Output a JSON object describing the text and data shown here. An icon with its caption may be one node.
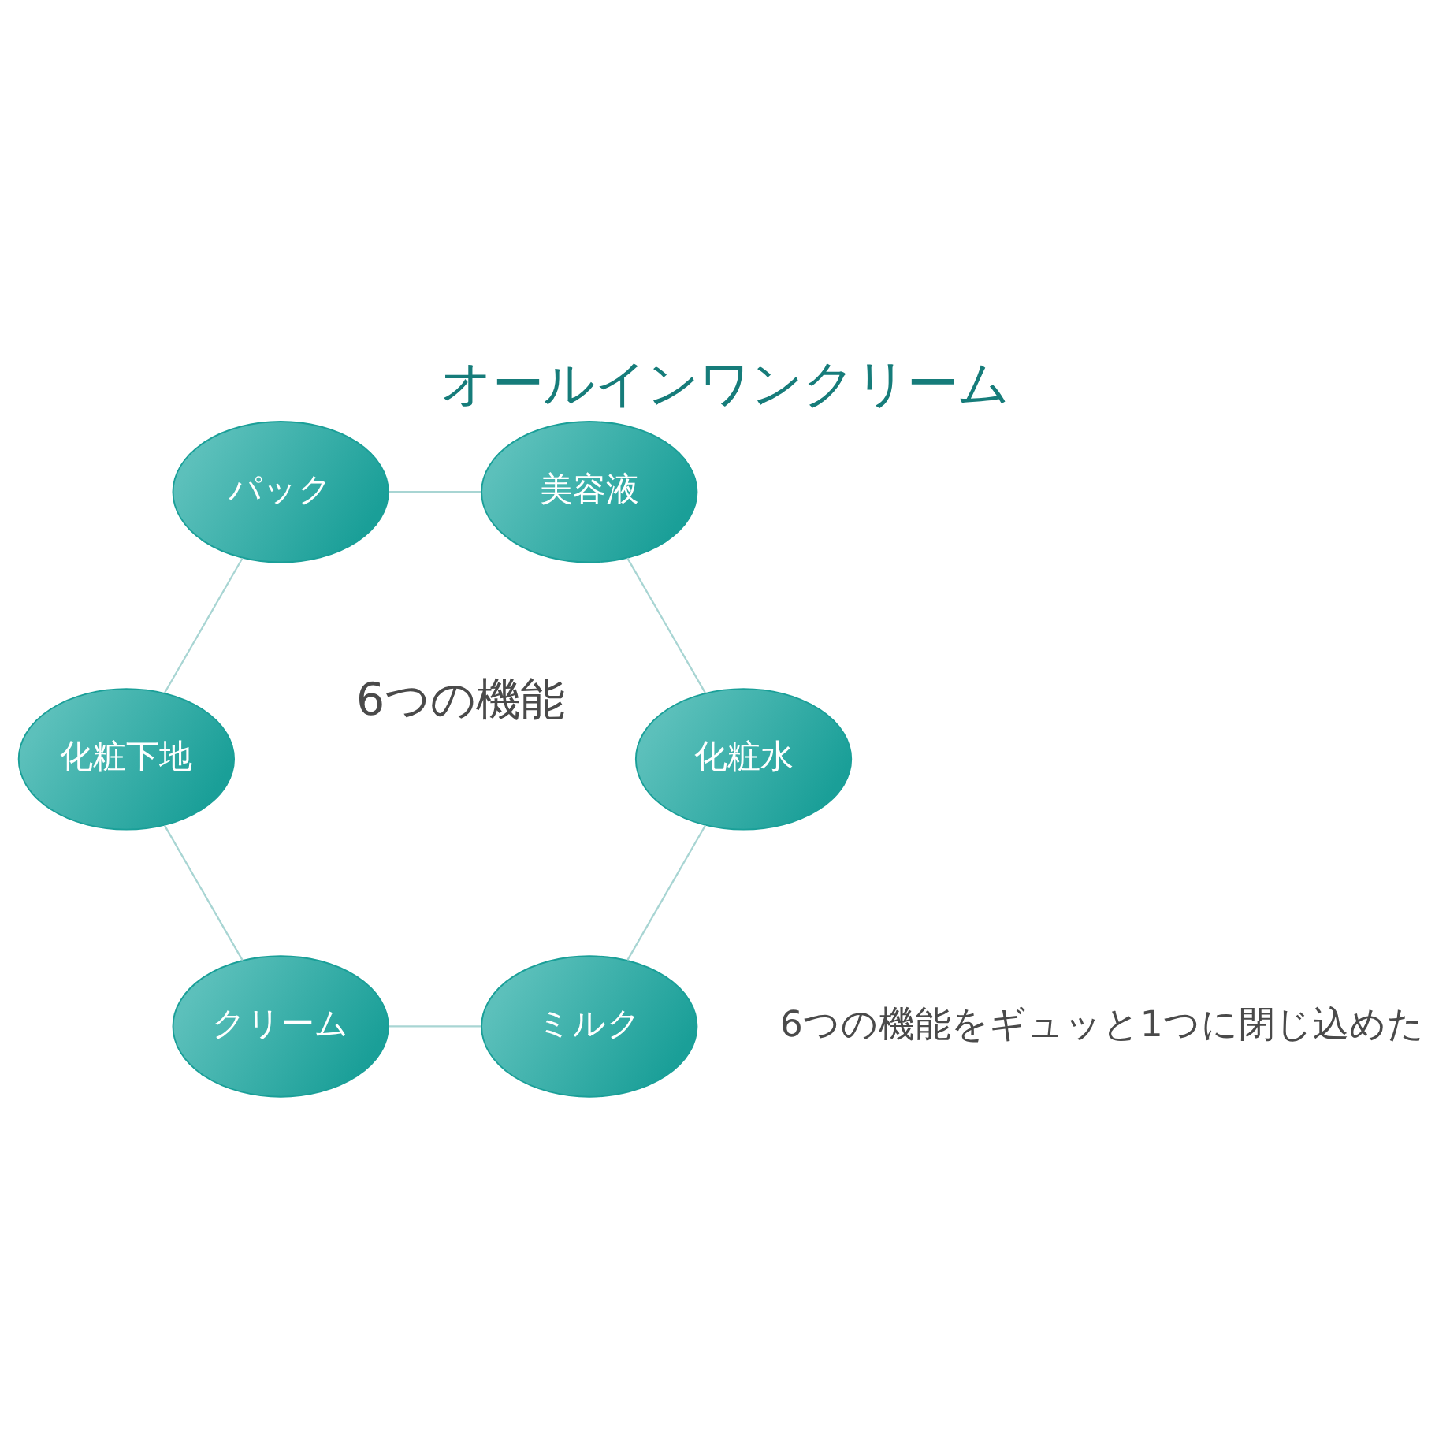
{
  "diagram": {
    "title": "オールインワンクリーム",
    "nodes": [
      {
        "text": [
          "ミルク"
        ]
      },
      {
        "text": [
          "化粧水"
        ]
      },
      {
        "text": [
          "クリーム"
        ]
      },
      {
        "text": [
          "美容液"
        ]
      },
      {
        "text": [
          "化粧下地"
        ]
      },
      {
        "text": [
          "パック"
        ]
      }
    ],
    "edges": [
      {
        "from": 0,
        "to": 2,
        "arrow": "none"
      },
      {
        "from": 2,
        "to": 4,
        "arrow": "none"
      },
      {
        "from": 4,
        "to": 5,
        "arrow": "none"
      },
      {
        "from": 5,
        "to": 3,
        "arrow": "none"
      },
      {
        "from": 3,
        "to": 1,
        "arrow": "none"
      },
      {
        "from": 1,
        "to": 0,
        "arrow": "none"
      }
    ],
    "labels": [
      "6つの機能をギュッと1つに閉じ込めた",
      "6つの機能"
    ]
  }
}
